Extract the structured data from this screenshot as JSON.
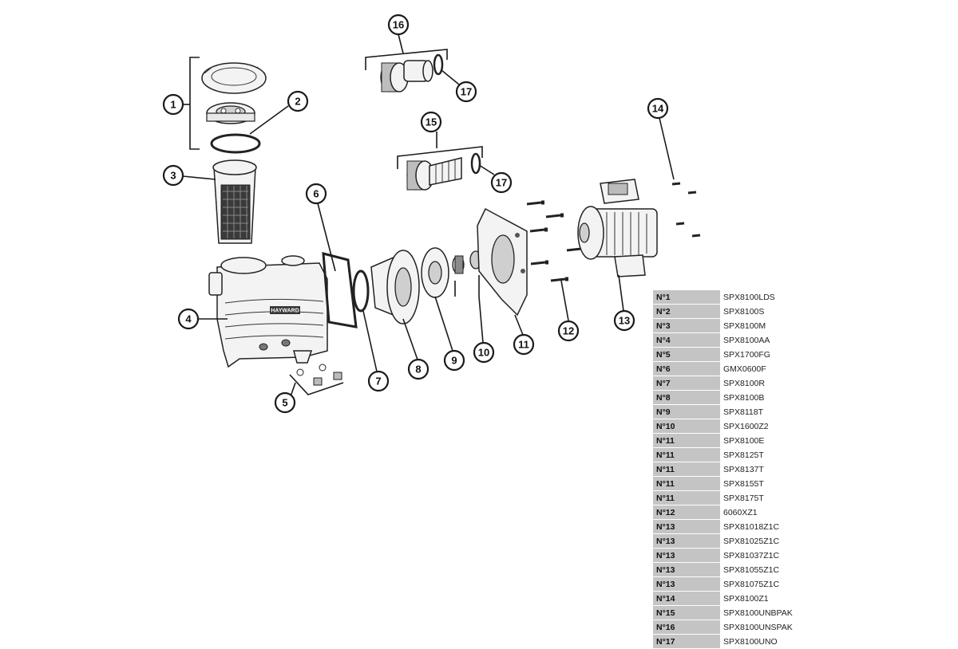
{
  "callouts": [
    "1",
    "2",
    "3",
    "4",
    "5",
    "6",
    "7",
    "8",
    "9",
    "10",
    "11",
    "12",
    "13",
    "14",
    "15",
    "16",
    "17",
    "17"
  ],
  "brand_label": "HAYWARD",
  "parts_table": [
    {
      "num": "N°1",
      "ref": "SPX8100LDS"
    },
    {
      "num": "N°2",
      "ref": "SPX8100S"
    },
    {
      "num": "N°3",
      "ref": "SPX8100M"
    },
    {
      "num": "N°4",
      "ref": "SPX8100AA"
    },
    {
      "num": "N°5",
      "ref": "SPX1700FG"
    },
    {
      "num": "N°6",
      "ref": "GMX0600F"
    },
    {
      "num": "N°7",
      "ref": "SPX8100R"
    },
    {
      "num": "N°8",
      "ref": "SPX8100B"
    },
    {
      "num": "N°9",
      "ref": "SPX8118T"
    },
    {
      "num": "N°10",
      "ref": "SPX1600Z2"
    },
    {
      "num": "N°11",
      "ref": "SPX8100E"
    },
    {
      "num": "N°11",
      "ref": "SPX8125T"
    },
    {
      "num": "N°11",
      "ref": "SPX8137T"
    },
    {
      "num": "N°11",
      "ref": "SPX8155T"
    },
    {
      "num": "N°11",
      "ref": "SPX8175T"
    },
    {
      "num": "N°12",
      "ref": "6060XZ1"
    },
    {
      "num": "N°13",
      "ref": "SPX81018Z1C"
    },
    {
      "num": "N°13",
      "ref": "SPX81025Z1C"
    },
    {
      "num": "N°13",
      "ref": "SPX81037Z1C"
    },
    {
      "num": "N°13",
      "ref": "SPX81055Z1C"
    },
    {
      "num": "N°13",
      "ref": "SPX81075Z1C"
    },
    {
      "num": "N°14",
      "ref": "SPX8100Z1"
    },
    {
      "num": "N°15",
      "ref": "SPX8100UNBPAK"
    },
    {
      "num": "N°16",
      "ref": "SPX8100UNSPAK"
    },
    {
      "num": "N°17",
      "ref": "SPX8100UNO"
    }
  ]
}
